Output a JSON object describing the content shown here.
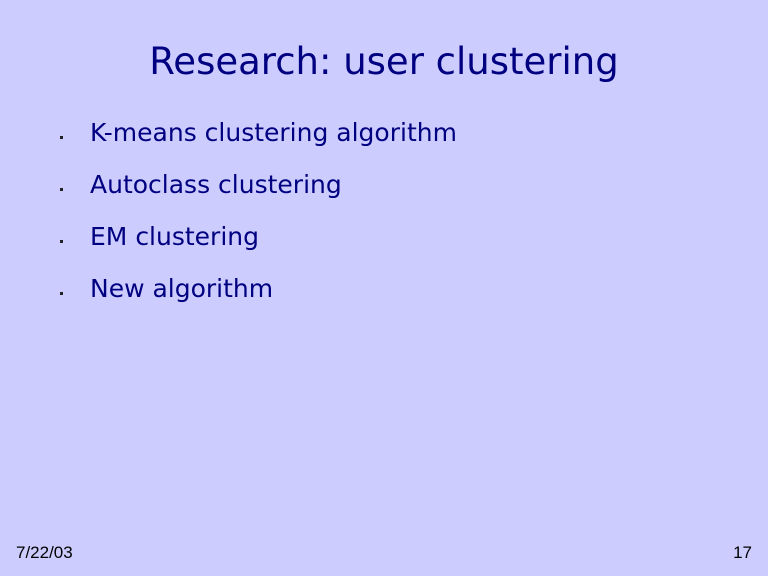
{
  "slide": {
    "title": "Research: user clustering",
    "bullets": [
      "K-means clustering algorithm",
      "Autoclass clustering",
      "EM clustering",
      "New algorithm"
    ],
    "date": "7/22/03",
    "page_number": "17"
  },
  "colors": {
    "background": "#ccccff",
    "text": "#000080"
  }
}
